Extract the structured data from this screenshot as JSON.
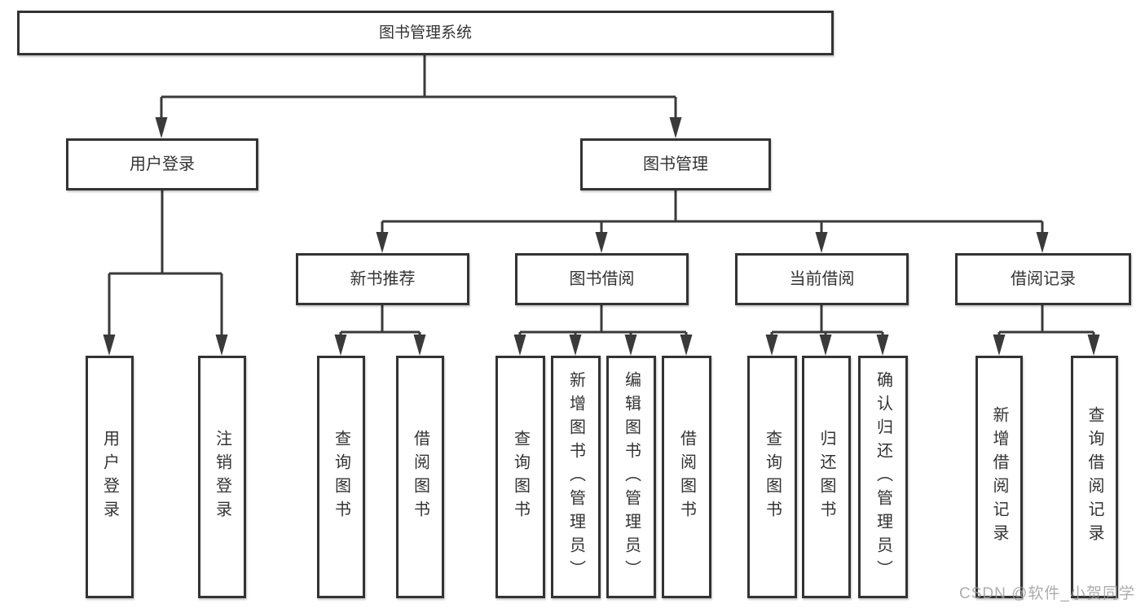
{
  "diagram": {
    "root": {
      "label": "图书管理系统",
      "children": [
        {
          "label": "用户登录",
          "children": [
            {
              "label": "用户登录"
            },
            {
              "label": "注销登录"
            }
          ]
        },
        {
          "label": "图书管理",
          "children": [
            {
              "label": "新书推荐",
              "children": [
                {
                  "label": "查询图书"
                },
                {
                  "label": "借阅图书"
                }
              ]
            },
            {
              "label": "图书借阅",
              "children": [
                {
                  "label": "查询图书"
                },
                {
                  "label": "新增图书（管理员）"
                },
                {
                  "label": "编辑图书（管理员）"
                },
                {
                  "label": "借阅图书"
                }
              ]
            },
            {
              "label": "当前借阅",
              "children": [
                {
                  "label": "查询图书"
                },
                {
                  "label": "归还图书"
                },
                {
                  "label": "确认归还（管理员）"
                }
              ]
            },
            {
              "label": "借阅记录",
              "children": [
                {
                  "label": "新增借阅记录"
                },
                {
                  "label": "查询借阅记录"
                }
              ]
            }
          ]
        }
      ]
    }
  },
  "watermark": {
    "text": "CSDN @软件_小贺同学"
  },
  "colors": {
    "line": "#3a3a3a",
    "border": "#333333",
    "text": "#333333",
    "background": "#ffffff",
    "watermark": "#9e9e9e"
  }
}
